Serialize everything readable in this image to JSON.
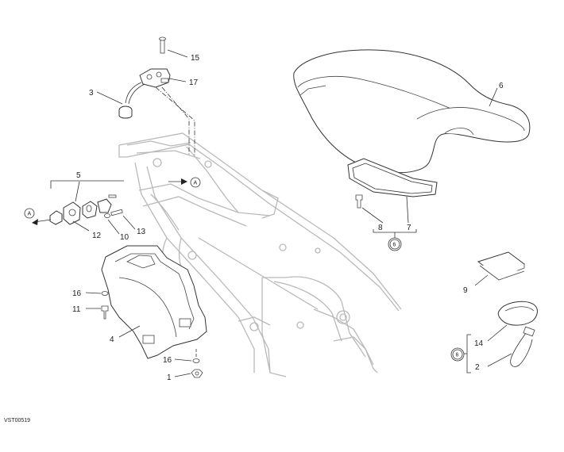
{
  "callouts": {
    "c1": "1",
    "c2": "2",
    "c3": "3",
    "c4": "4",
    "c5": "5",
    "c6": "6",
    "c7": "7",
    "c8": "8",
    "c9": "9",
    "c10": "10",
    "c11": "11",
    "c12": "12",
    "c13": "13",
    "c14": "14",
    "c15": "15",
    "c16a": "16",
    "c16b": "16",
    "c17": "17"
  },
  "refs": {
    "a_top": "A",
    "a_left": "A"
  },
  "kits": {
    "k1": "6",
    "k2": "6"
  },
  "drawing_code": "VST00519",
  "colors": {
    "line": "#333333",
    "frame": "#b9b9b9"
  }
}
